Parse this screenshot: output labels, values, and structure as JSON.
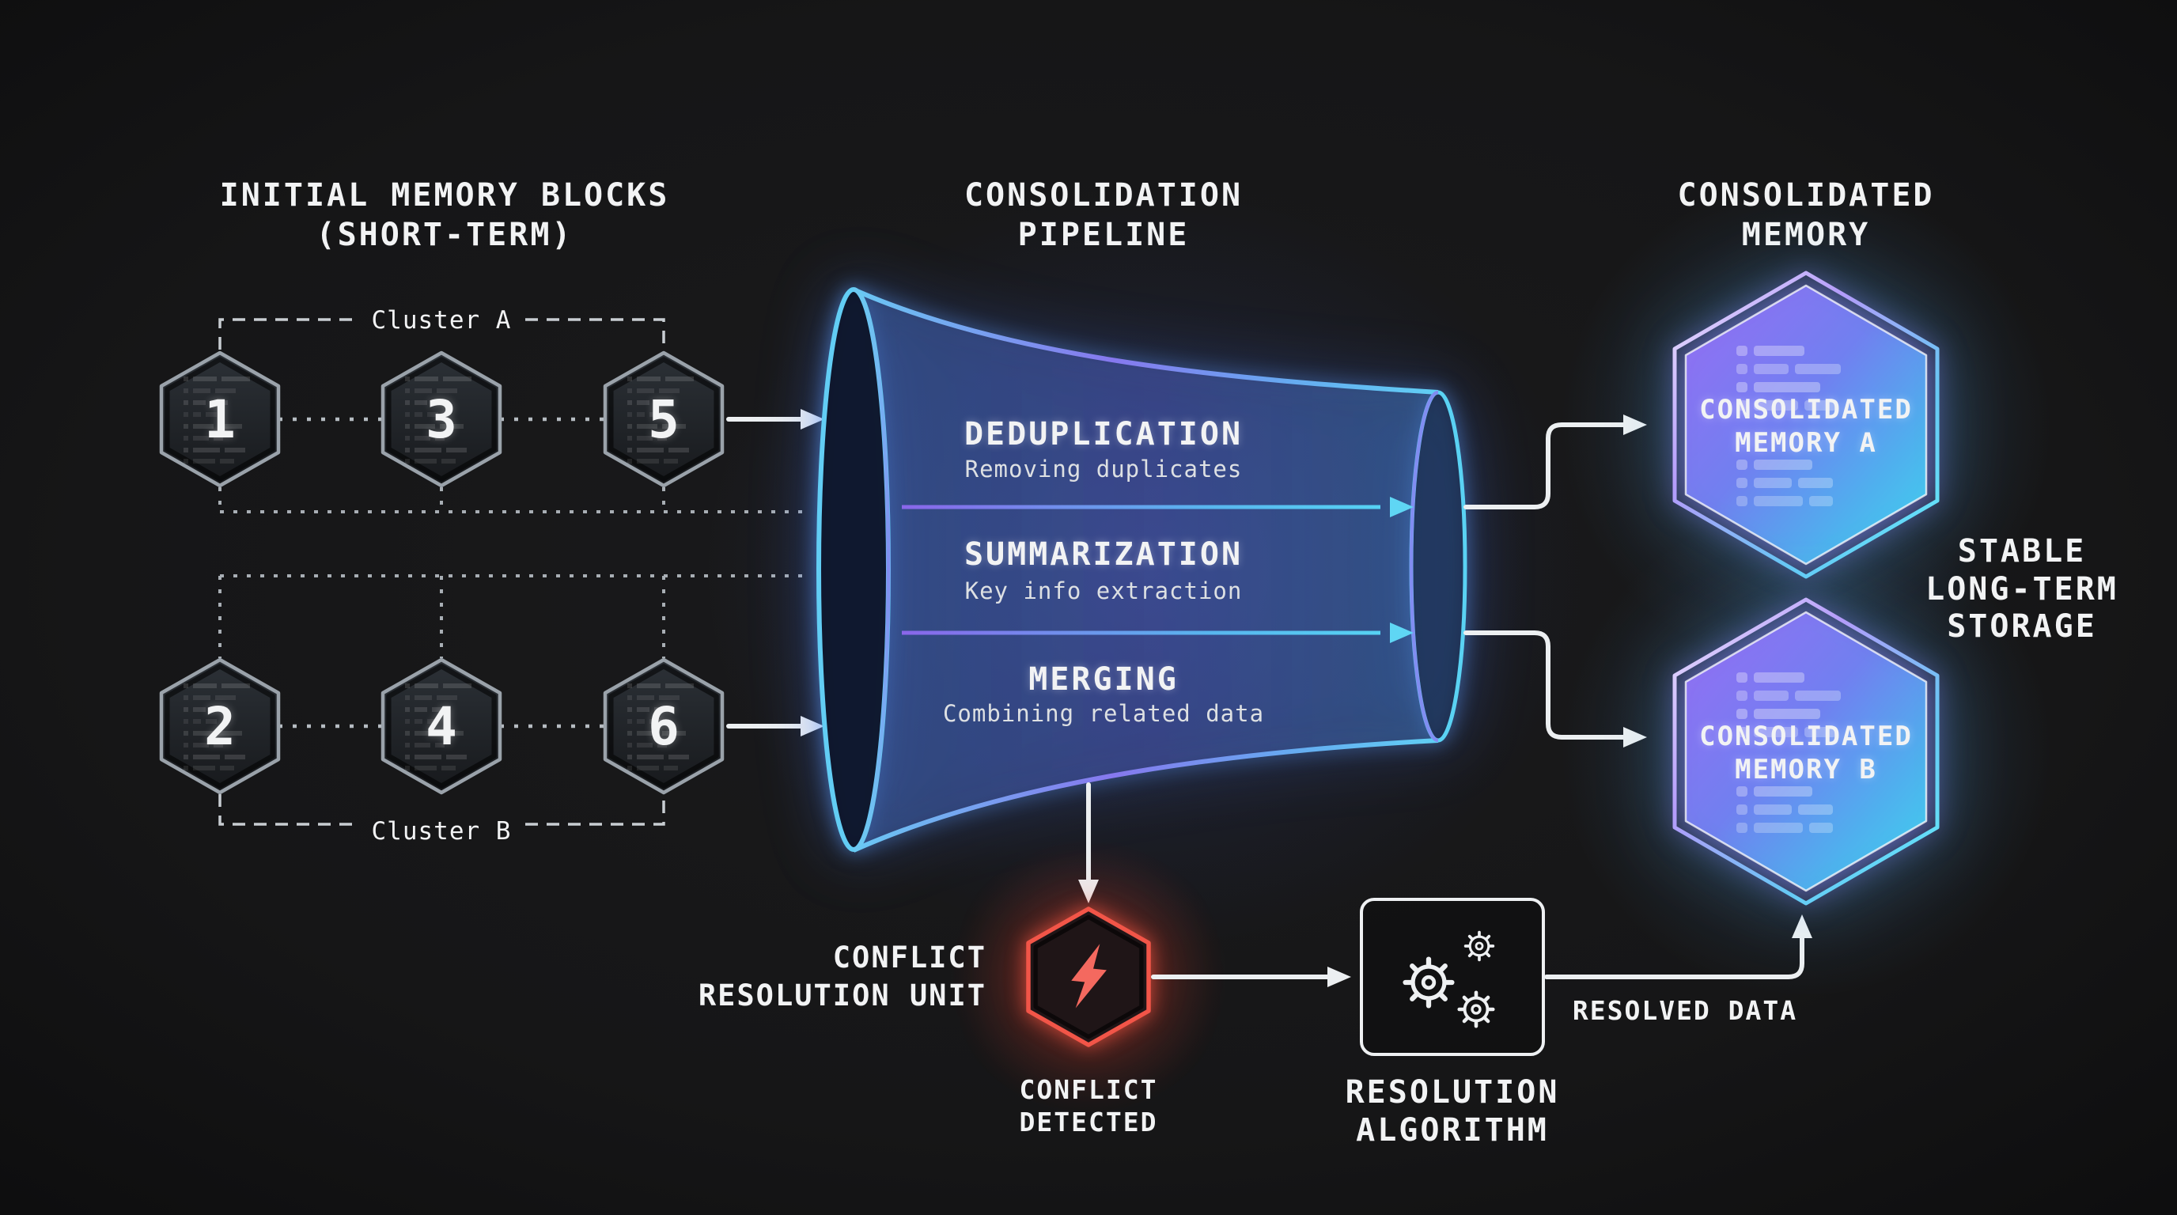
{
  "colors": {
    "background": "#141415",
    "accent_cyan": "#5ad2f3",
    "accent_purple": "#8b6cf0",
    "accent_red": "#f25548",
    "text": "#f2f3f4",
    "block_border": "#9aa2aa"
  },
  "initial": {
    "title_line1": "INITIAL MEMORY BLOCKS",
    "title_line2": "(SHORT-TERM)",
    "cluster_a_label": "Cluster A",
    "cluster_b_label": "Cluster B",
    "blocks": [
      {
        "label": "1"
      },
      {
        "label": "3"
      },
      {
        "label": "5"
      },
      {
        "label": "2"
      },
      {
        "label": "4"
      },
      {
        "label": "6"
      }
    ]
  },
  "pipeline": {
    "title_line1": "CONSOLIDATION",
    "title_line2": "PIPELINE",
    "stages": [
      {
        "name": "DEDUPLICATION",
        "desc": "Removing duplicates"
      },
      {
        "name": "SUMMARIZATION",
        "desc": "Key info extraction"
      },
      {
        "name": "MERGING",
        "desc": "Combining related data"
      }
    ]
  },
  "consolidated": {
    "title_line1": "CONSOLIDATED",
    "title_line2": "MEMORY",
    "memory_a": {
      "line1": "CONSOLIDATED",
      "line2": "MEMORY A"
    },
    "memory_b": {
      "line1": "CONSOLIDATED",
      "line2": "MEMORY B"
    },
    "storage": {
      "line1": "STABLE",
      "line2": "LONG-TERM",
      "line3": "STORAGE"
    }
  },
  "conflict": {
    "unit_line1": "CONFLICT",
    "unit_line2": "RESOLUTION UNIT",
    "status_line1": "CONFLICT",
    "status_line2": "DETECTED"
  },
  "resolution": {
    "title_line1": "RESOLUTION",
    "title_line2": "ALGORITHM",
    "output_label": "RESOLVED DATA"
  }
}
